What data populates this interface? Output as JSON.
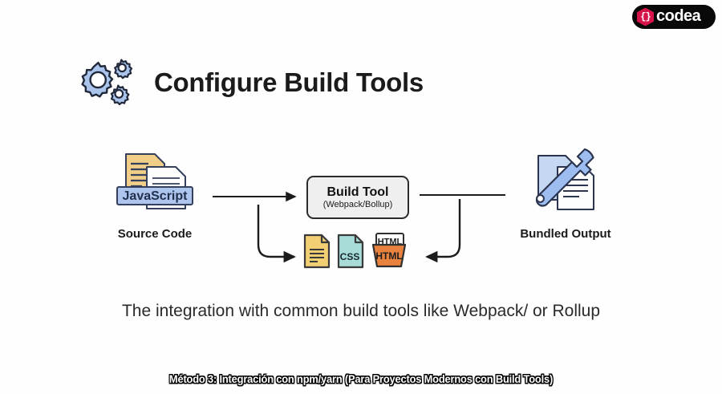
{
  "brand": {
    "badge_text": "codea",
    "hex_glyph": "{}",
    "hex_color": "#d6144a",
    "badge_bg": "#090909"
  },
  "heading": {
    "title": "Configure Build Tools",
    "icon": "gears-icon",
    "icon_color": "#aac4ec"
  },
  "diagram": {
    "source": {
      "label": "Source Code",
      "badge_text": "JavaScript",
      "badge_color": "#aec6ee",
      "doc_back_color": "#f2cf88",
      "doc_front_color": "#fdfdfd"
    },
    "build_tool": {
      "title": "Build Tool",
      "subtitle": "(Webpack/Bollup)",
      "box_bg": "#efefef",
      "box_border": "#2b2b2b"
    },
    "outputs": [
      {
        "name": "generic-file",
        "label": "",
        "color": "#f2cf72"
      },
      {
        "name": "css-file",
        "label": "CSS",
        "color": "#a8dcd9"
      },
      {
        "name": "html-file",
        "label": "HTML",
        "tab_label": "HTML",
        "color": "#e8833f"
      }
    ],
    "bundled": {
      "label": "Bundled Output",
      "doc_back_color": "#c6d7f2",
      "doc_front_color": "#fdfdfd",
      "wrench_color": "#9dbdf0"
    },
    "arrows": [
      {
        "name": "source-to-build",
        "direction": "right"
      },
      {
        "name": "source-to-files",
        "direction": "down-right"
      },
      {
        "name": "build-to-output-line",
        "direction": "right"
      },
      {
        "name": "output-to-files",
        "direction": "down-left"
      }
    ]
  },
  "caption": "The integration with common build tools like Webpack/ or Rollup",
  "subtitle": "Método 3: Integración con npm/yarn (Para Proyectos Modernos con Build Tools)"
}
